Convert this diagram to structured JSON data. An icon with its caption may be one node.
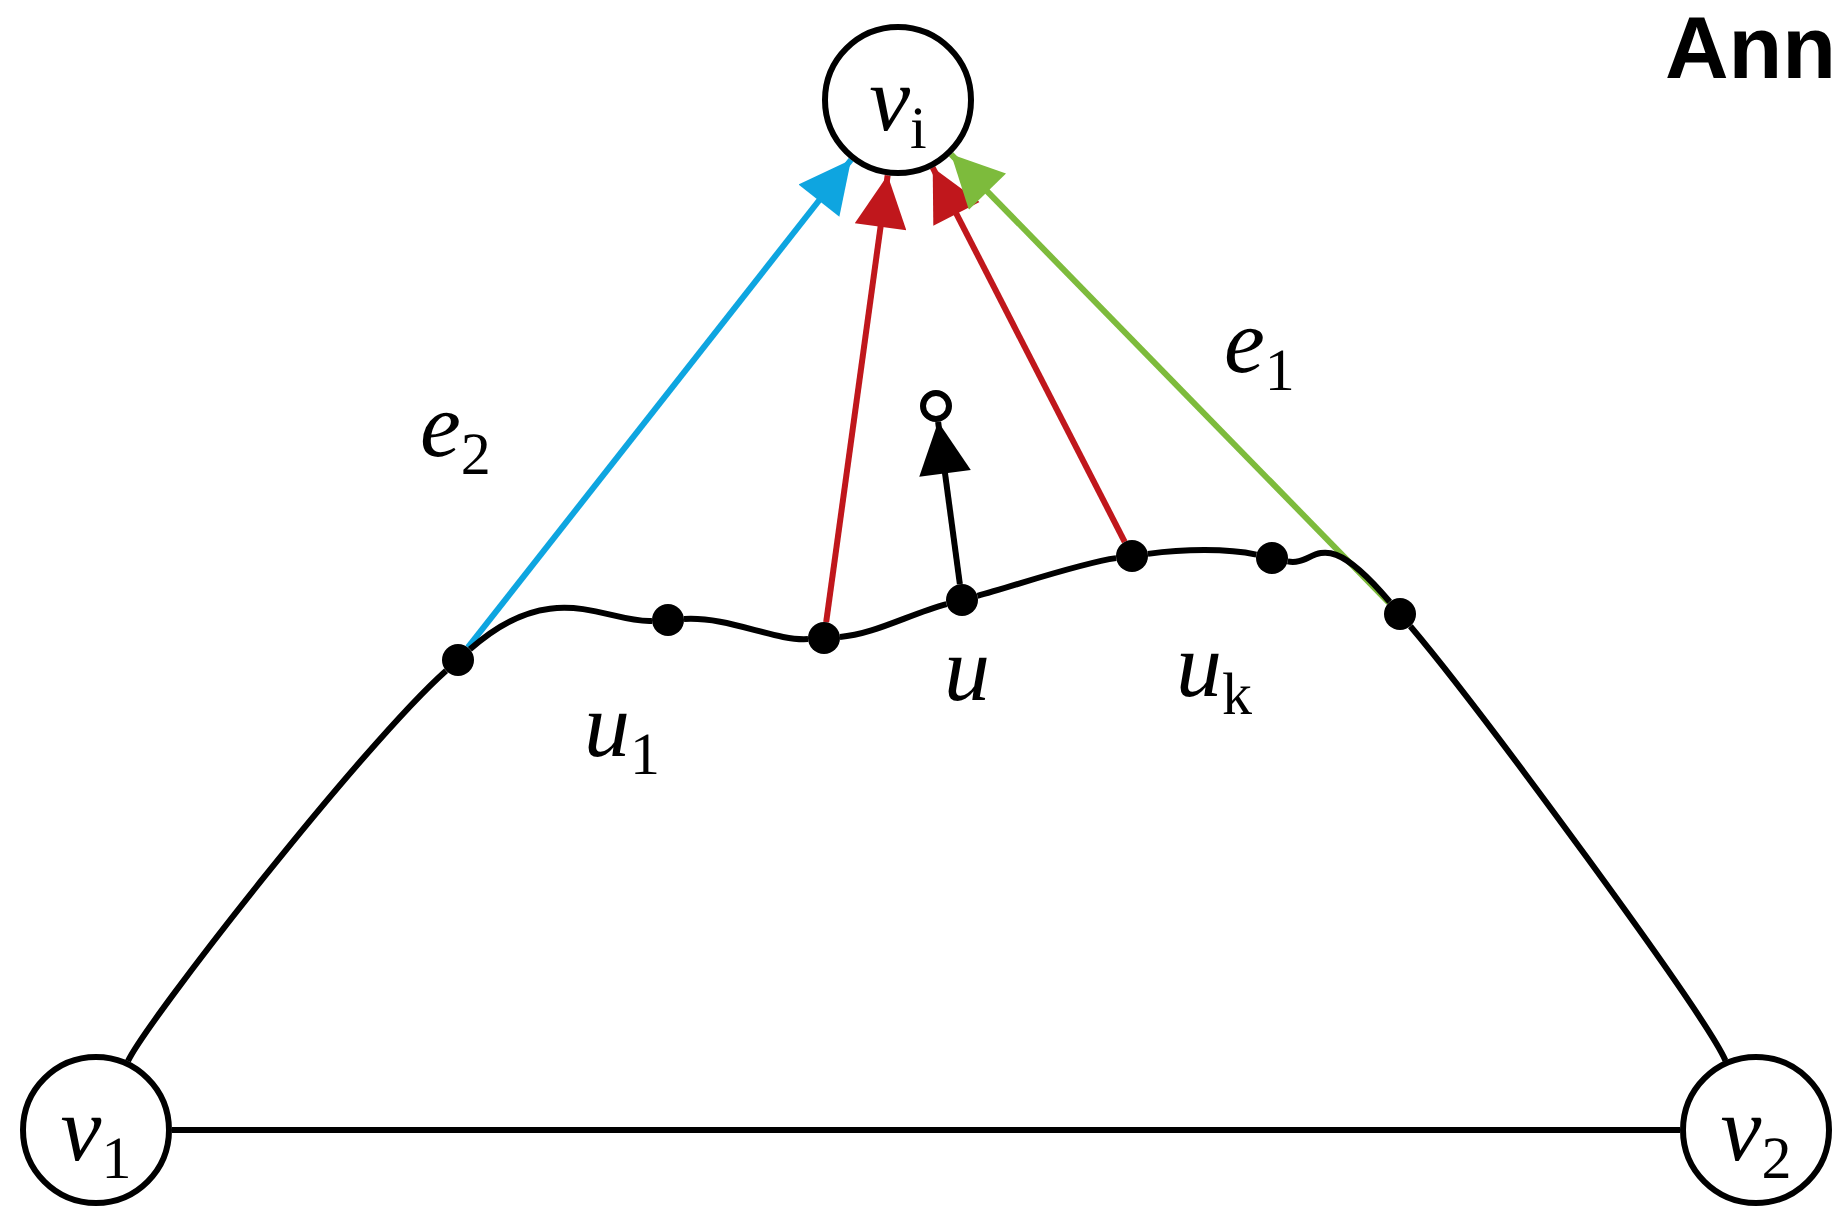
{
  "diagram": {
    "nodes": [
      {
        "text": [
          "v$_{i}$"
        ]
      },
      {
        "text": [
          "v$_{1}$"
        ]
      },
      {
        "text": [
          "v$_{2}$"
        ]
      },
      {
        "text": [],
        "shape": "circle"
      },
      {
        "text": [],
        "shape": "circle",
        "beside": [
          "u$_{1}$"
        ]
      },
      {
        "text": [],
        "shape": "circle"
      },
      {
        "text": [],
        "shape": "circle",
        "beside": [
          "u"
        ]
      },
      {
        "text": [],
        "shape": "circle"
      },
      {
        "text": [],
        "shape": "circle",
        "beside": [
          "u$_{k}$"
        ]
      },
      {
        "text": [],
        "shape": "circle"
      },
      {
        "text": [],
        "shape": "circle"
      }
    ],
    "edges": [
      {
        "from": 3,
        "to": 0,
        "arrow": "to",
        "color": "#0ea5e0",
        "label": "e$_{2}$"
      },
      {
        "from": 5,
        "to": 0,
        "arrow": "to",
        "color": "#c0171c"
      },
      {
        "from": 7,
        "to": 0,
        "arrow": "to",
        "color": "#c0171c"
      },
      {
        "from": 9,
        "to": 0,
        "arrow": "to",
        "color": "#7dbb3c",
        "label": "e$_{1}$"
      },
      {
        "from": 6,
        "to": 10,
        "arrow": "to"
      },
      {
        "from": 1,
        "to": 2,
        "arrow": "none"
      },
      {
        "from": 1,
        "to": 3,
        "arrow": "none"
      },
      {
        "from": 3,
        "to": 4,
        "arrow": "none"
      },
      {
        "from": 4,
        "to": 5,
        "arrow": "none"
      },
      {
        "from": 5,
        "to": 6,
        "arrow": "none"
      },
      {
        "from": 6,
        "to": 7,
        "arrow": "none"
      },
      {
        "from": 7,
        "to": 8,
        "arrow": "none"
      },
      {
        "from": 8,
        "to": 9,
        "arrow": "none"
      },
      {
        "from": 9,
        "to": 2,
        "arrow": "none"
      }
    ],
    "labels": [
      "Ann"
    ]
  }
}
